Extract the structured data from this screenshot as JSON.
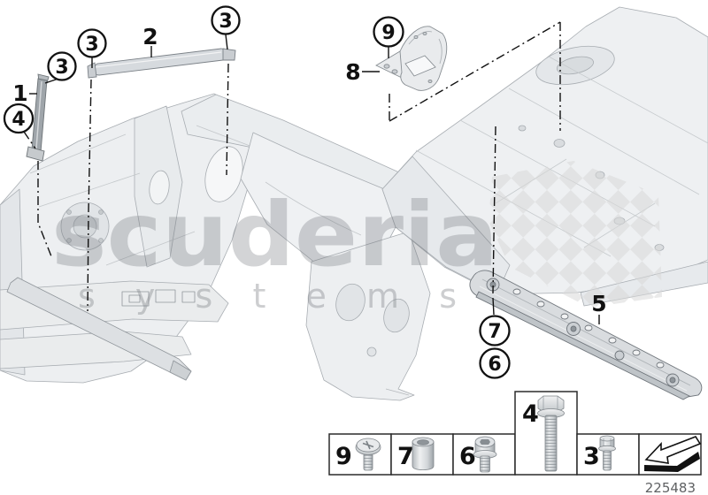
{
  "watermark": {
    "line1": "scuderia",
    "line2": "systems"
  },
  "callouts": {
    "part1": "1",
    "part2": "2",
    "part3": "3",
    "part4": "4",
    "part5": "5",
    "part6": "6",
    "part7": "7",
    "part8": "8",
    "part9": "9"
  },
  "legend": {
    "items": [
      {
        "number": "9",
        "icon": "pan-head-screw"
      },
      {
        "number": "7",
        "icon": "spacer-sleeve"
      },
      {
        "number": "6",
        "icon": "socket-head-bolt"
      },
      {
        "number": "4",
        "icon": "hex-flange-bolt-long"
      },
      {
        "number": "3",
        "icon": "hex-flange-bolt-short"
      }
    ],
    "arrow_icon": "direction-arrow",
    "diagram_number": "225483"
  },
  "colors": {
    "line": "#111111",
    "body_fill": "#edeff1",
    "body_stroke": "#a8adb2",
    "checker": "#d8d8d8",
    "watermark_big": "#70747a",
    "watermark_small": "#7d8186",
    "legend_border": "#2b2b2b",
    "diagram_number_color": "#5f6163"
  }
}
